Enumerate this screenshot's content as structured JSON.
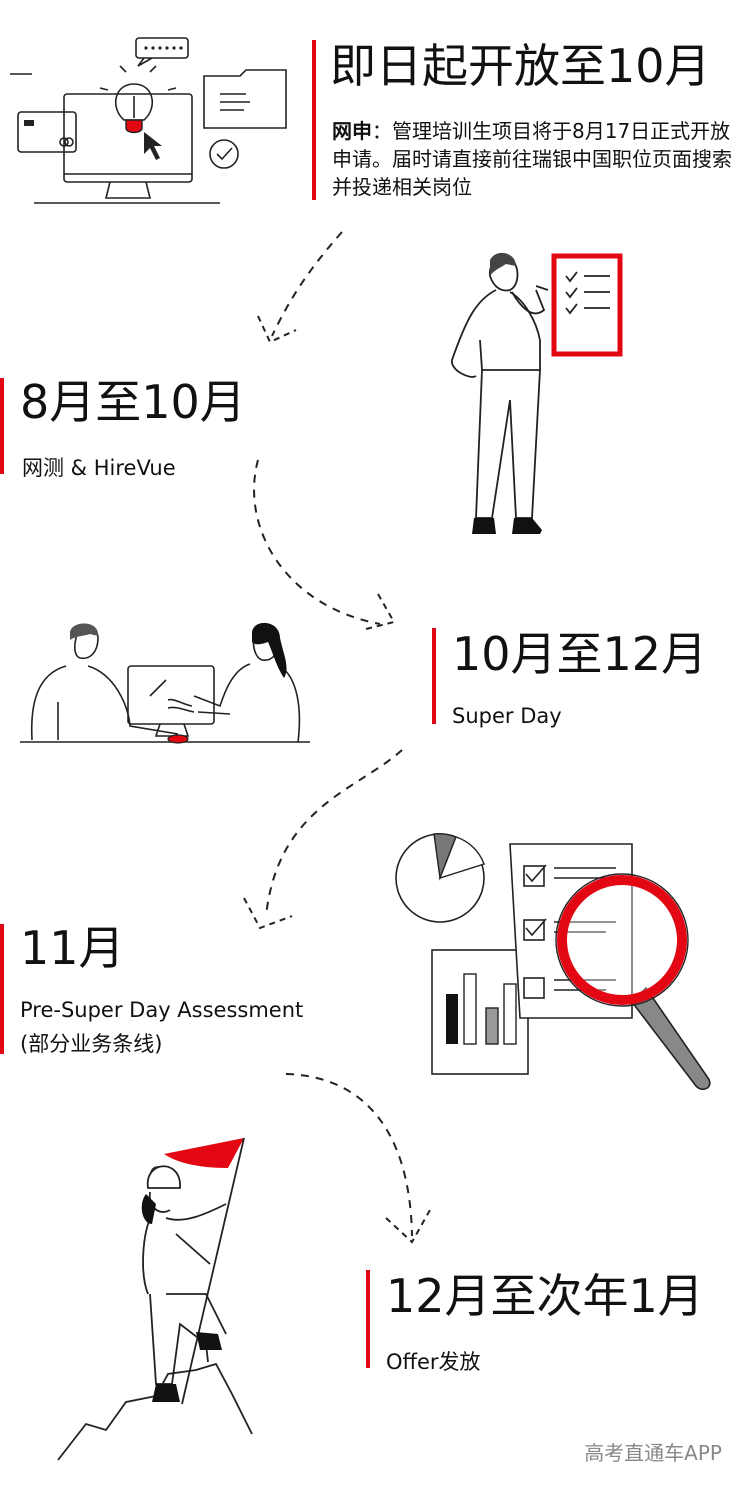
{
  "accent_color": "#e30613",
  "steps": [
    {
      "title": "即日起开放至10月",
      "label_bold": "网申",
      "label_sep": "：",
      "description": "管理培训生项目将于8月17日正式开放申请。届时请直接前往瑞银中国职位页面搜索并投递相关岗位"
    },
    {
      "title": "8月至10月",
      "subtitle": "网测 & HireVue"
    },
    {
      "title": "10月至12月",
      "subtitle": "Super Day"
    },
    {
      "title": "11月",
      "subtitle": "Pre-Super Day Assessment",
      "subtitle2": "(部分业务条线)"
    },
    {
      "title": "12月至次年1月",
      "subtitle": "Offer发放"
    }
  ],
  "watermark": "高考直通车APP"
}
